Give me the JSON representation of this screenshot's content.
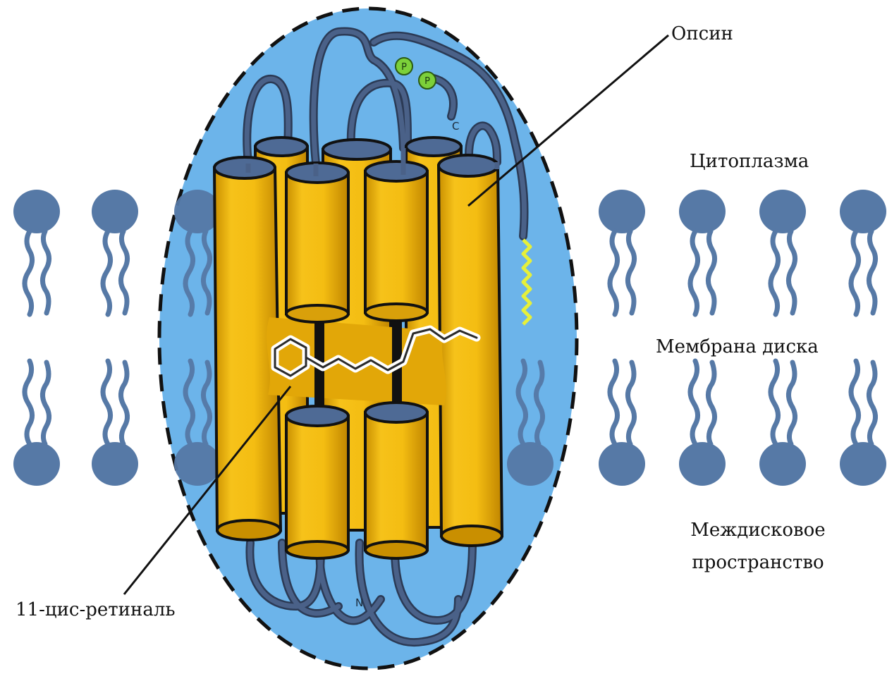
{
  "labels": {
    "opsin": "Опсин",
    "cytoplasm": "Цитоплазма",
    "disc_membrane": "Мембрана диска",
    "interdisc_space_line1": "Междисковое",
    "interdisc_space_line2": "пространство",
    "retinal": "11-цис-ретиналь"
  },
  "markers": {
    "c_terminus": "C",
    "n_terminus": "N",
    "phosphate": "P"
  },
  "colors": {
    "ellipse_fill": "#6cb4ea",
    "ellipse_border": "#111111",
    "helix_fill": "#f4bd12",
    "helix_shade": "#c98f00",
    "helix_top": "#4e6a95",
    "lipid": "#5679a6",
    "loop": "#4a6188",
    "palmitoyl": "#e6f03a",
    "phosphate": "#7cd03a"
  }
}
